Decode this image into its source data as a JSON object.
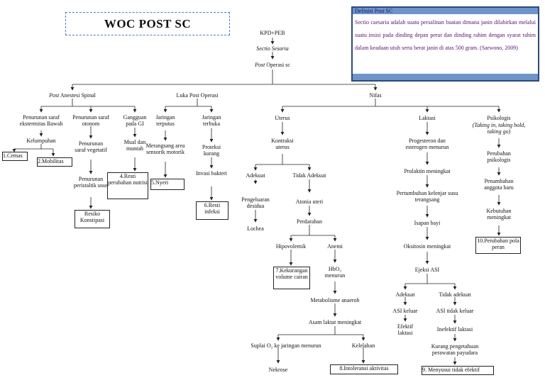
{
  "title": "WOC POST SC",
  "definition": {
    "heading": "Definisi Post SC",
    "body": "Sectio caesaria adalah suatu persalinan buatan dimana janin dilahirkan melalui suatu insisi pada dinding depan perut dan dinding rahim dengan syarat rahim dalam keadaan utuh serta berat janin di atas 500 gram. (Sarwono, 2009)"
  },
  "top": {
    "kpd": "KPD+PEB",
    "sectio_italic": "Sectio Sesaria",
    "post_italic": "Post",
    "post_rest": " Operasi sc"
  },
  "branches": {
    "anestesi_italic": "Post",
    "anestesi_rest": " Anestesi Spinal",
    "luka": "Luka Post Operasi",
    "nifas": "Nifas"
  },
  "anestesi": {
    "saraf_bawah": "Penurunan saraf ekstermitas Bawah",
    "kelumpuhan": "Kelumpuhan",
    "cemas": "1.Cemas",
    "mobilitas": "2.Mobilitas",
    "saraf_otonom": "Penurunan saraf otonom",
    "saraf_vegetatif": "Penurunan saraf vegetatif",
    "peristaltik": "Penurunan peristaltik usus",
    "konstipasi": "Resiko Konstipasi",
    "gangguan_gi": "Gangguan pada GI",
    "mual": "Mual dan muntah",
    "nutrisi": "4.Resti perubahan nutrisi"
  },
  "luka": {
    "terputus": "Jaringan terputus",
    "merangsang": "Merangsang area sensorik motorik",
    "nyeri": "5.Nyeri",
    "terbuka": "Jaringan terbuka",
    "proteksi": "Proteksi kurang",
    "invasi": "Invasi bakteri",
    "infeksi": "6.Resti infeksi"
  },
  "uterus": {
    "uterus": "Uterus",
    "kontraksi": "Kontraksi uterus",
    "adekuat": "Adekuat",
    "tidak_adekuat": "Tidak Adekuat",
    "pengeluaran": "Pengeluaran desidua",
    "lochea": "Lochea",
    "atonia": "Atonia uteri",
    "perdarahan": "Perdarahan",
    "hipovolemik": "Hipovolemik",
    "anemi": "Anemi",
    "volume": "7.Kekurangan volume cairan",
    "hbo2": "HbO₂ menurun",
    "metabolisme": "Metabolisme anaerob",
    "laktat": "Asam laktat meningkat",
    "suplai": "Suplai O₂ ke jaringan menurun",
    "kelelahan": "Kelelahan",
    "nekrose": "Nekrose",
    "intoleransi": "8.Intoleransi aktivitas"
  },
  "laktasi": {
    "laktasi": "Laktasi",
    "progesteron": "Progesteron dan esterogen menurun",
    "prolaktin": "Prolaktin meningkat",
    "pertumbuhan": "Pertumbuhan kelenjar susu terangsang",
    "isapan": "Isapan bayi",
    "oksitosin": "Oksitosin meningkat",
    "ejeksi": "Ejeksi ASI",
    "adekuat": "Adekuat",
    "tidak_adekuat": "Tidak adekuat",
    "asi_keluar": "ASI keluar",
    "asi_tidak": "ASI tidak keluar",
    "efektif": "Efektif laktasi",
    "inefektif": "Inefektif laktasi",
    "kurang_pengetahuan": "Kurang pengetahuan perawatan payudara",
    "menyusui": "9. Menyusui tidak efektif"
  },
  "psikologis": {
    "psikologis": "Psikologis",
    "taking": "(Taking in, taking hold, taking go)",
    "perubahan_psikologis": "Perubahan psikologis",
    "penambahan": "Penambahan anggota baru",
    "kebutuhan": "Kebutuhan meningkat",
    "pola_peran": "10.Perubahan pola peran"
  }
}
